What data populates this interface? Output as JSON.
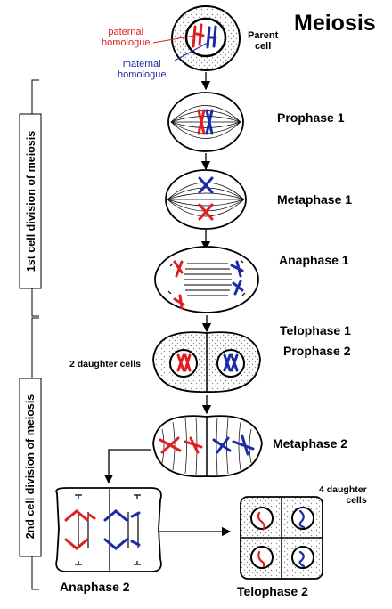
{
  "title": "Meiosis",
  "labels": {
    "parent_cell": "Parent\ncell",
    "paternal_homologue": "paternal\nhomologue",
    "maternal_homologue": "maternal\nhomologue",
    "prophase1": "Prophase 1",
    "metaphase1": "Metaphase 1",
    "anaphase1": "Anaphase 1",
    "telophase1": "Telophase 1",
    "prophase2": "Prophase 2",
    "two_daughter_cells": "2 daughter cells",
    "metaphase2": "Metaphase 2",
    "four_daughter_cells": "4 daughter\ncells",
    "anaphase2": "Anaphase 2",
    "telophase2": "Telophase 2",
    "first_division": "1st cell division of meiosis",
    "second_division": "2nd cell division of meiosis"
  },
  "colors": {
    "paternal": "#e02020",
    "maternal": "#1a2aa8",
    "outline": "#000000",
    "dots": "#8a8a8a"
  }
}
